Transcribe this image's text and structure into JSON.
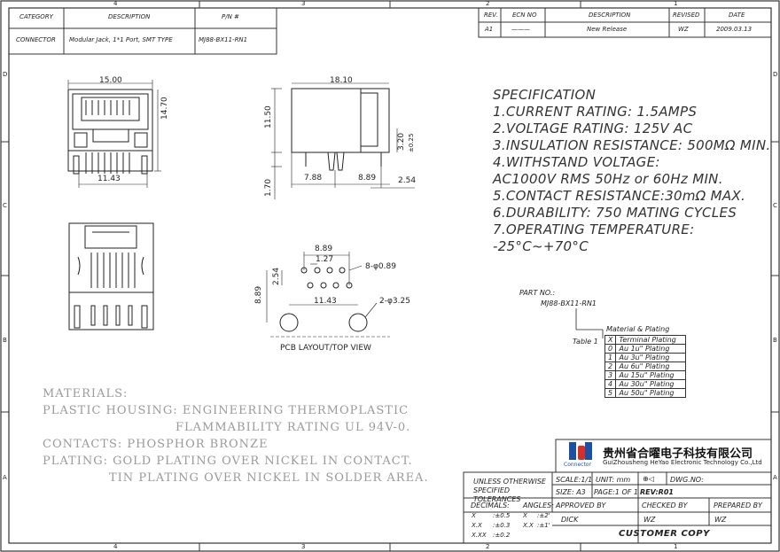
{
  "frame": {
    "zones_top": [
      "4",
      "3",
      "2",
      "1"
    ],
    "zones_bottom": [
      "4",
      "3",
      "2",
      "1"
    ],
    "zones_side": [
      "D",
      "C",
      "B",
      "A"
    ]
  },
  "header_table": {
    "headers": [
      "CATEGORY",
      "DESCRIPTION",
      "P/N #"
    ],
    "row": [
      "CONNECTOR",
      "Modular Jack, 1*1 Port, SMT TYPE",
      "MJ88-BX11-RN1"
    ]
  },
  "revision_table": {
    "headers": [
      "REV.",
      "ECN NO",
      "DESCRIPTION",
      "REVISED",
      "DATE"
    ],
    "row": [
      "A1",
      "———",
      "New Release",
      "WZ",
      "2009.03.13"
    ]
  },
  "specification": {
    "title": "SPECIFICATION",
    "lines": [
      "1.CURRENT RATING: 1.5AMPS",
      "2.VOLTAGE RATING: 125V AC",
      "3.INSULATION RESISTANCE: 500MΩ MIN.",
      "4.WITHSTAND VOLTAGE:",
      "AC1000V RMS 50Hz or 60Hz MIN.",
      "5.CONTACT RESISTANCE:30mΩ MAX.",
      "6.DURABILITY: 750 MATING CYCLES",
      "7.OPERATING TEMPERATURE: -25°C~+70°C"
    ]
  },
  "dimensions": {
    "front_width": "15.00",
    "front_height": "14.70",
    "front_pin_span": "11.43",
    "side_width": "18.10",
    "side_height": "11.50",
    "side_tab": "3.20",
    "side_tab_tol": "±0.25",
    "side_leg": "1.70",
    "side_a": "7.88",
    "side_b": "8.89",
    "side_c": "2.54",
    "pcb_span": "8.89",
    "pcb_pitch": "1.27",
    "pcb_row": "2.54",
    "pcb_height": "8.89",
    "pcb_post_span": "11.43",
    "pcb_holes": "8-φ0.89",
    "pcb_posts": "2-φ3.25"
  },
  "pcb_caption": "PCB LAYOUT/TOP VIEW",
  "part_no": {
    "label": "PART NO.:",
    "value": "MJ88-BX11-RN1",
    "callout": "Material & Plating",
    "table_title": "Table 1",
    "table_header": [
      "X",
      "Terminal Plating"
    ],
    "rows": [
      [
        "0",
        "Au 1u\" Plating"
      ],
      [
        "1",
        "Au 3u\" Plating"
      ],
      [
        "2",
        "Au 6u\" Plating"
      ],
      [
        "3",
        "Au 15u\" Plating"
      ],
      [
        "4",
        "Au 30u\" Plating"
      ],
      [
        "5",
        "Au 50u\" Plating"
      ]
    ]
  },
  "materials": {
    "title": "MATERIALS:",
    "lines": [
      "PLASTIC HOUSING: ENGINEERING THERMOPLASTIC",
      "FLAMMABILITY RATING UL 94V-0.",
      "CONTACTS: PHOSPHOR BRONZE",
      "PLATING: GOLD PLATING OVER NICKEL IN CONTACT.",
      "TIN PLATING OVER NICKEL IN SOLDER AREA."
    ]
  },
  "company": {
    "logo_text": "Connector",
    "name_cn": "贵州省合曜电子科技有限公司",
    "name_en": "GuiZhousheng HeYao Electronic Technology Co.,Ltd"
  },
  "title_block": {
    "tolerance_label": "UNLESS OTHERWISE SPECIFIED TOLERANCES",
    "decimals_label": "DECIMALS:",
    "angles_label": "ANGLES:",
    "decimals": [
      [
        "X",
        ":±0.5"
      ],
      [
        "X.X",
        ":±0.3"
      ],
      [
        "X.XX",
        ":±0.2"
      ]
    ],
    "angles": [
      [
        "X",
        ":±2'"
      ],
      [
        "X.X",
        ":±1'"
      ]
    ],
    "scale": "SCALE:1/1",
    "unit": "UNIT: mm",
    "dwg_no": "DWG.NO:",
    "size": "SIZE: A3",
    "page": "PAGE:1 OF 1",
    "rev": "REV:R01",
    "approved_by_label": "APPROVED BY",
    "checked_by_label": "CHECKED BY",
    "prepared_by_label": "PREPARED BY",
    "approved_by": "DICK",
    "checked_by": "WZ",
    "prepared_by": "WZ",
    "footer": "CUSTOMER COPY"
  }
}
